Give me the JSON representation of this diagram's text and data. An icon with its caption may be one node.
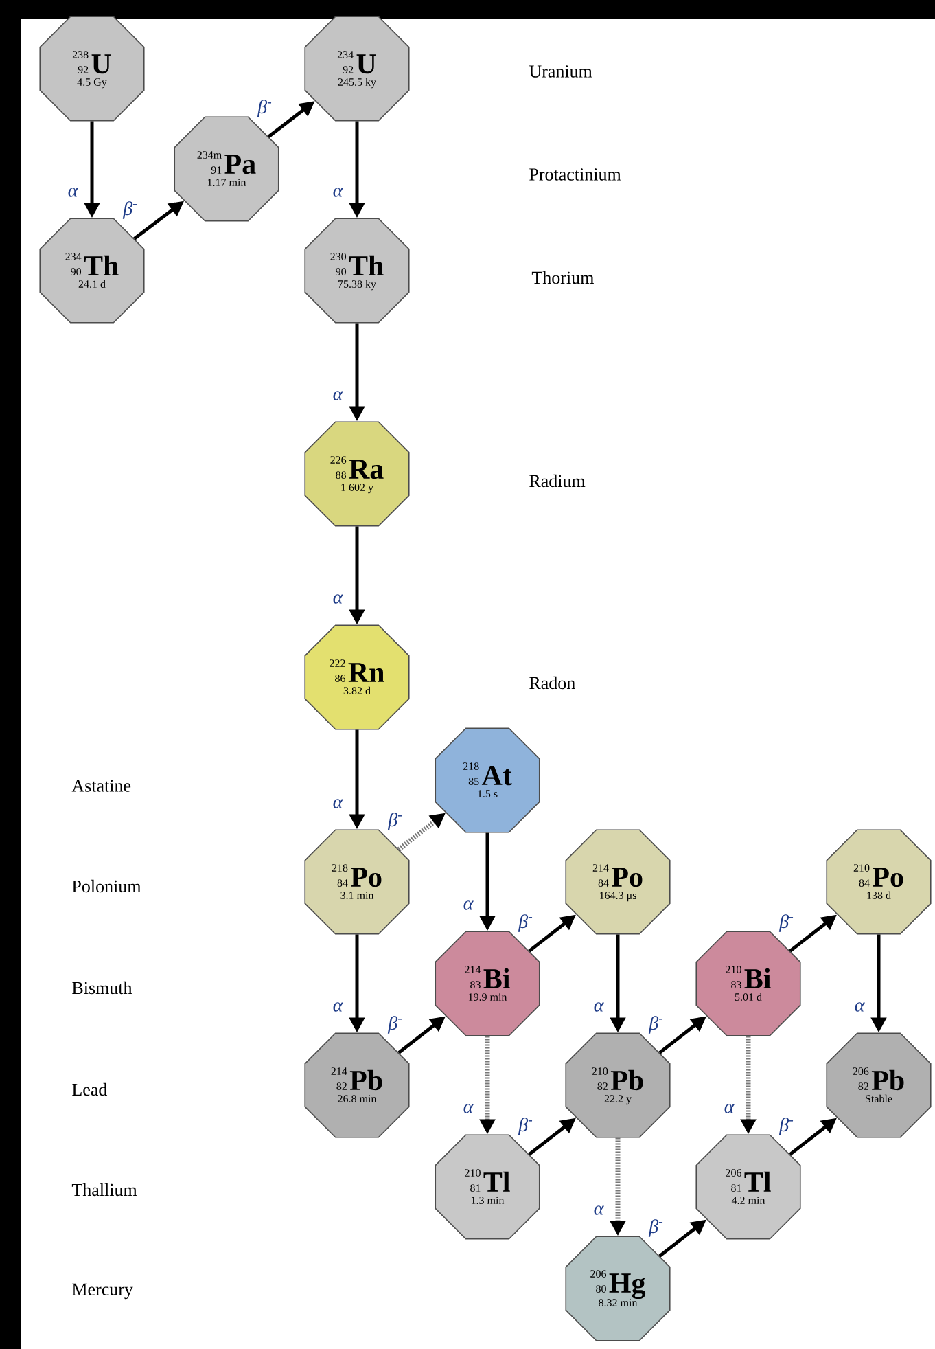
{
  "diagram": {
    "nodes": [
      {
        "text": [
          "238",
          "92",
          "U",
          "4.5 Gy"
        ]
      },
      {
        "text": [
          "234",
          "90",
          "Th",
          "24.1 d"
        ]
      },
      {
        "text": [
          "234m",
          "91",
          "Pa",
          "1.17 min"
        ]
      },
      {
        "text": [
          "234",
          "92",
          "U",
          "245.5 ky"
        ]
      },
      {
        "text": [
          "230",
          "90",
          "Th",
          "75.38 ky"
        ]
      },
      {
        "text": [
          "226",
          "88",
          "Ra",
          "1 602 y"
        ]
      },
      {
        "text": [
          "222",
          "86",
          "Rn",
          "3.82 d"
        ]
      },
      {
        "text": [
          "218",
          "85",
          "At",
          "1.5 s"
        ]
      },
      {
        "text": [
          "218",
          "84",
          "Po",
          "3.1 min"
        ]
      },
      {
        "text": [
          "214",
          "83",
          "Bi",
          "19.9 min"
        ]
      },
      {
        "text": [
          "214",
          "84",
          "Po",
          "164.3 μs"
        ]
      },
      {
        "text": [
          "214",
          "82",
          "Pb",
          "26.8 min"
        ]
      },
      {
        "text": [
          "210",
          "81",
          "Tl",
          "1.3 min"
        ]
      },
      {
        "text": [
          "210",
          "82",
          "Pb",
          "22.2 y"
        ]
      },
      {
        "text": [
          "206",
          "80",
          "Hg",
          "8.32 min"
        ]
      },
      {
        "text": [
          "210",
          "83",
          "Bi",
          "5.01 d"
        ]
      },
      {
        "text": [
          "206",
          "81",
          "Tl",
          "4.2 min"
        ]
      },
      {
        "text": [
          "210",
          "84",
          "Po",
          "138 d"
        ]
      },
      {
        "text": [
          "206",
          "82",
          "Pb",
          "Stable"
        ]
      }
    ],
    "edges": [
      {
        "from": 0,
        "to": 1,
        "arrow": "to",
        "label": "α"
      },
      {
        "from": 1,
        "to": 2,
        "arrow": "to",
        "label": "β$^{-}$"
      },
      {
        "from": 2,
        "to": 3,
        "arrow": "to",
        "label": "β$^{-}$"
      },
      {
        "from": 3,
        "to": 4,
        "arrow": "to",
        "label": "α"
      },
      {
        "from": 4,
        "to": 5,
        "arrow": "to",
        "label": "α"
      },
      {
        "from": 5,
        "to": 6,
        "arrow": "to",
        "label": "α"
      },
      {
        "from": 6,
        "to": 8,
        "arrow": "to",
        "label": "α"
      },
      {
        "from": 8,
        "to": 7,
        "arrow": "to",
        "label": "β$^{-}$",
        "style": "dashed",
        "color": "#777777"
      },
      {
        "from": 7,
        "to": 9,
        "arrow": "to",
        "label": "α"
      },
      {
        "from": 8,
        "to": 11,
        "arrow": "to",
        "label": "α"
      },
      {
        "from": 9,
        "to": 10,
        "arrow": "to",
        "label": "β$^{-}$"
      },
      {
        "from": 11,
        "to": 9,
        "arrow": "to",
        "label": "β$^{-}$"
      },
      {
        "from": 9,
        "to": 12,
        "arrow": "to",
        "label": "α",
        "style": "dashed",
        "color": "#777777"
      },
      {
        "from": 10,
        "to": 13,
        "arrow": "to",
        "label": "α"
      },
      {
        "from": 12,
        "to": 13,
        "arrow": "to",
        "label": "β$^{-}$"
      },
      {
        "from": 13,
        "to": 15,
        "arrow": "to",
        "label": "β$^{-}$"
      },
      {
        "from": 13,
        "to": 14,
        "arrow": "to",
        "label": "α",
        "style": "dashed",
        "color": "#777777"
      },
      {
        "from": 14,
        "to": 16,
        "arrow": "to",
        "label": "β$^{-}$"
      },
      {
        "from": 15,
        "to": 17,
        "arrow": "to",
        "label": "β$^{-}$"
      },
      {
        "from": 15,
        "to": 16,
        "arrow": "to",
        "label": "α",
        "style": "dashed",
        "color": "#777777"
      },
      {
        "from": 16,
        "to": 18,
        "arrow": "to",
        "label": "β$^{-}$"
      },
      {
        "from": 17,
        "to": 18,
        "arrow": "to",
        "label": "α"
      }
    ],
    "labels": [
      "Uranium",
      "Protactinium",
      "Thorium",
      "Radium",
      "Radon",
      "Astatine",
      "Polonium",
      "Bismuth",
      "Lead",
      "Thallium",
      "Mercury"
    ]
  }
}
